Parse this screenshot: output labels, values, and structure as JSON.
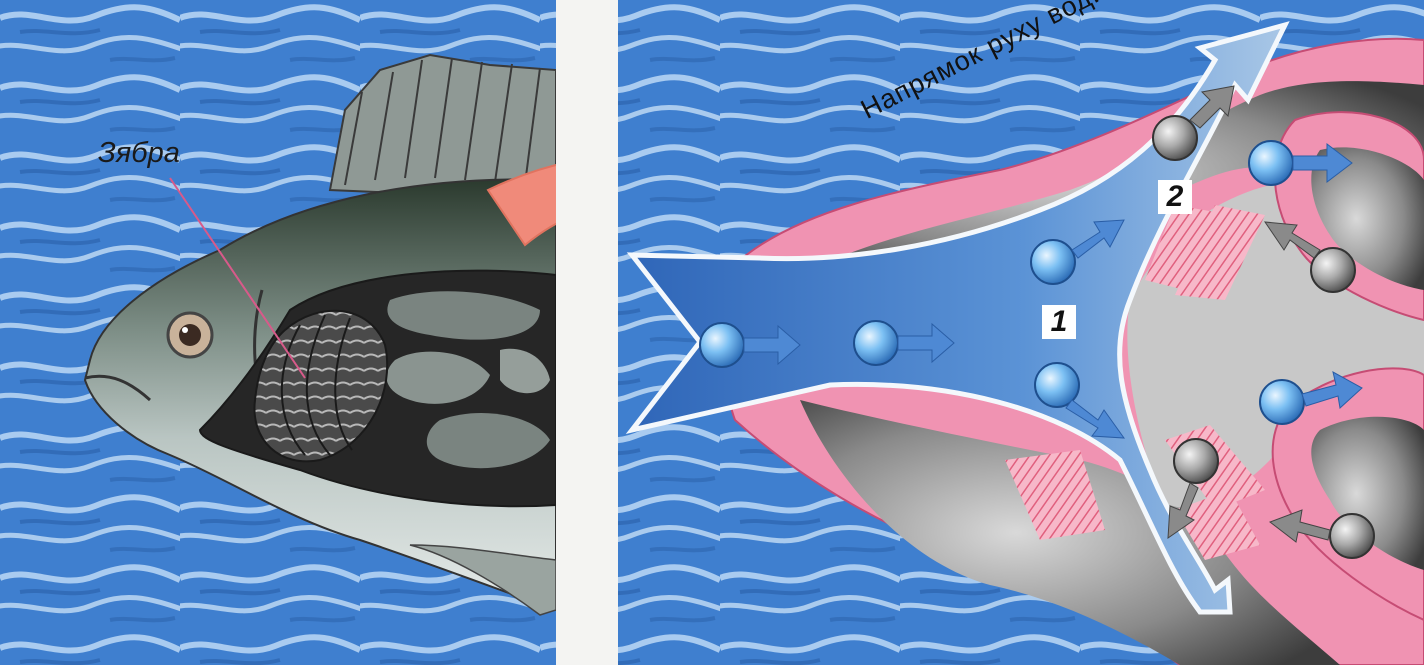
{
  "labels": {
    "gill": "Зябра",
    "water_flow": "Напрямок руху води",
    "marker_1": "1",
    "marker_2": "2"
  },
  "colors": {
    "water_blue": "#3f7fcf",
    "flow_blue": "#3a74c4",
    "tissue_pink": "#f093b2",
    "vessel_gray": "#8e8e8e",
    "transition_arrow": "#f08a7a",
    "oxygen_bubble": "#6fb6ee",
    "co2_bubble": "#a0a0a0"
  },
  "icons": [
    "fish-illustration",
    "curved-arrow-icon",
    "water-flow-arrow",
    "oxygen-bubble-icon",
    "carbon-dioxide-bubble-icon"
  ]
}
